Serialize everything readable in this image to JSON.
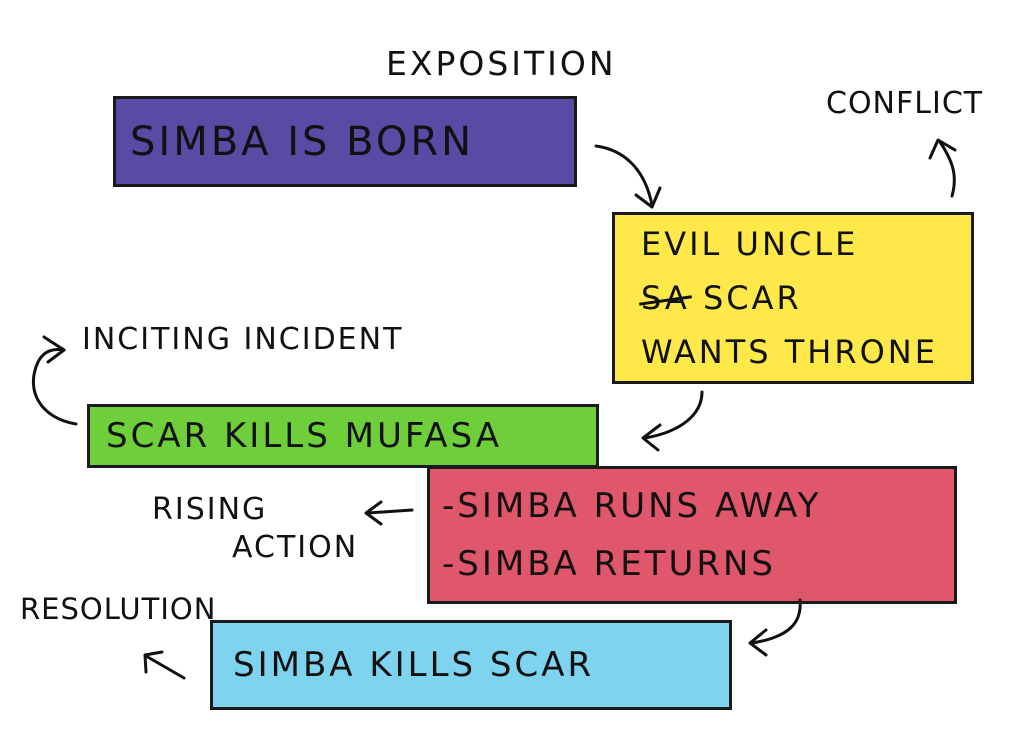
{
  "labels": {
    "exposition": "EXPOSITION",
    "conflict": "CONFLICT",
    "inciting_incident": "INCITING INCIDENT",
    "rising_action_line1": "RISING",
    "rising_action_line2": "ACTION",
    "resolution": "RESOLUTION"
  },
  "boxes": {
    "born": {
      "text": "SIMBA IS BORN",
      "color": "#5b4aa3"
    },
    "scar": {
      "line1": "EVIL UNCLE",
      "line2_struck": "SA",
      "line2": "SCAR",
      "line3": "WANTS THRONE",
      "color": "#ffe94a"
    },
    "mufasa": {
      "text": "SCAR KILLS MUFASA",
      "color": "#6fcf3a"
    },
    "runs": {
      "line1": "-SIMBA RUNS AWAY",
      "line2": "-SIMBA RETURNS",
      "color": "#e0566a"
    },
    "kills": {
      "text": "SIMBA KILLS SCAR",
      "color": "#7ed3ee"
    }
  }
}
